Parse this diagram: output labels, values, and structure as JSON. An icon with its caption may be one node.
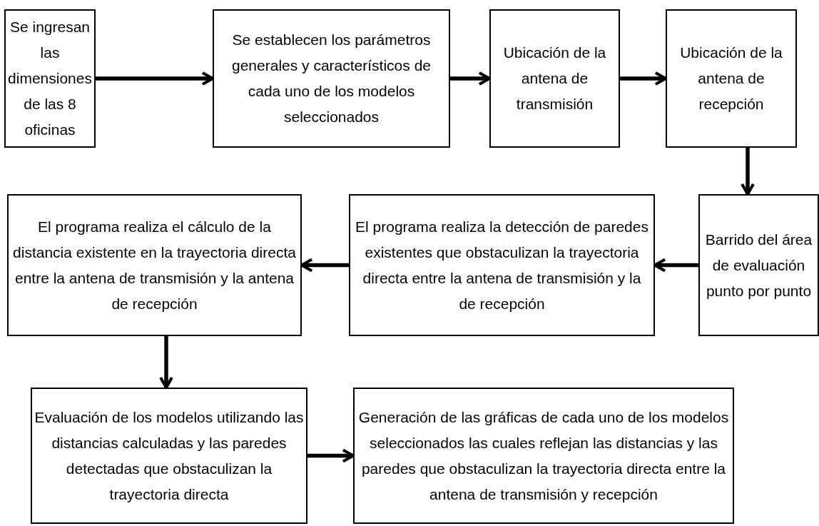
{
  "diagram": {
    "nodes": [
      {
        "text": [
          "Se ingresan las dimensiones de las 8 oficinas"
        ]
      },
      {
        "text": [
          "Se establecen los parámetros generales y característicos de cada uno de los modelos seleccionados"
        ]
      },
      {
        "text": [
          "Ubicación de la antena de transmisión"
        ]
      },
      {
        "text": [
          "Ubicación de la antena de recepción"
        ]
      },
      {
        "text": [
          "Barrido del área de evaluación punto por punto"
        ]
      },
      {
        "text": [
          "El programa realiza la detección de paredes existentes que obstaculizan la trayectoria directa entre la antena de transmisión y la de recepción"
        ]
      },
      {
        "text": [
          "El programa realiza el cálculo de la distancia existente en la trayectoria directa entre la antena de transmisión y la antena de recepción"
        ]
      },
      {
        "text": [
          "Evaluación de los modelos utilizando las distancias calculadas y las paredes detectadas que obstaculizan la trayectoria directa"
        ]
      },
      {
        "text": [
          "Generación de las gráficas de cada uno de los modelos seleccionados las cuales reflejan las distancias y las paredes que obstaculizan la trayectoria directa entre la antena de transmisión y recepción"
        ]
      }
    ],
    "edges": [
      {
        "from": 0,
        "to": 1,
        "arrow": "to"
      },
      {
        "from": 1,
        "to": 2,
        "arrow": "to"
      },
      {
        "from": 2,
        "to": 3,
        "arrow": "to"
      },
      {
        "from": 3,
        "to": 4,
        "arrow": "to"
      },
      {
        "from": 4,
        "to": 5,
        "arrow": "to"
      },
      {
        "from": 5,
        "to": 6,
        "arrow": "to"
      },
      {
        "from": 6,
        "to": 7,
        "arrow": "to"
      },
      {
        "from": 7,
        "to": 8,
        "arrow": "to"
      }
    ]
  }
}
